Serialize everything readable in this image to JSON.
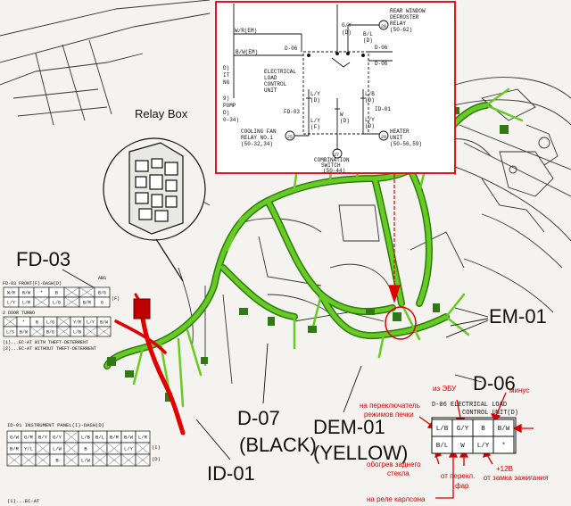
{
  "callouts": {
    "relay_box": "Relay Box",
    "fd03": "FD-03",
    "em01": "EM-01",
    "d06": "D-06",
    "d07": "D-07",
    "d07_color": "(BLACK)",
    "dem01": "DEM-01",
    "dem01_color": "(YELLOW)",
    "id01": "ID-01"
  },
  "schematic": {
    "left_labels": [
      "W/R(EM)",
      "B/W(EM)",
      "D-06",
      "D)",
      "IT",
      "NG",
      "9)",
      "PUMP",
      "D)",
      "0-34)"
    ],
    "top_wire": "G/Y",
    "top_wire_conn": "(D)",
    "relay_num": "28",
    "relay_label_1": "REAR WINDOW",
    "relay_label_2": "DEFROSTER",
    "relay_label_3": "RELAY",
    "relay_ref": "(50-62)",
    "relay_wire": "B/L",
    "relay_wire_conn": "(D)",
    "conn_left": "D-06",
    "conn_right": "D-06",
    "conn_right2": "D-06",
    "unit_1": "ELECTRICAL",
    "unit_2": "LOAD",
    "unit_3": "CONTROL",
    "unit_4": "UNIT",
    "w_ly_left": "L/Y",
    "w_ly_left_conn": "(D)",
    "w_fd03": "FD-03",
    "w_lf": "L/Y",
    "w_lf_conn": "(F)",
    "w_w": "W",
    "w_w_conn": "(D)",
    "w_lb": "L/B",
    "w_lb_conn": "(D)",
    "w_id01": "ID-01",
    "w_ly_right": "L/Y",
    "w_ly_right_conn": "(D)",
    "cooling_num": "25",
    "cooling_1": "COOLING FAN",
    "cooling_2": "RELAY NO.1",
    "cooling_3": "(50-32,34)",
    "combo_num": "27",
    "combo_1": "COMBINATION",
    "combo_2": "SWITCH",
    "combo_3": "(50-44)",
    "heater_num": "29",
    "heater_1": "HEATER",
    "heater_2": "UNIT",
    "heater_3": "(50-56,59)"
  },
  "fd03_legend": {
    "title": "FD-03 FRONT(F)-DASH(D)",
    "abs": "ABS",
    "row1": [
      "W/R",
      "B/W",
      "*",
      "B",
      "",
      "",
      "B/G"
    ],
    "row2": [
      "L/Y",
      "L/R",
      "",
      "L/G",
      "",
      "B/R",
      "G"
    ],
    "door": "2 DOOR TURBO",
    "row3": [
      "",
      "*",
      "B",
      "L/G",
      "",
      "Y/R",
      "L/Y",
      "B/W"
    ],
    "row4": [
      "L/S",
      "B/W",
      "",
      "B/G",
      "",
      "L/B",
      "",
      ""
    ],
    "f_tag": "(F)",
    "note1": "(1)...EC-AT WITH THEFT-DETERRENT",
    "note2": "(2)...EC-AT WITHOUT THEFT-DETERRENT"
  },
  "id01_legend": {
    "title": "ID-01 INSTRUMENT PANEL(I)-DASH(D)",
    "row1": [
      "G/W",
      "G/R",
      "B/Y",
      "G/Y",
      "",
      "L/B",
      "B/L",
      "B/R",
      "B/W",
      "L/R"
    ],
    "row2": [
      "B/R",
      "Y/L",
      "",
      "L/W",
      "",
      "B",
      "",
      "",
      "L/Y",
      ""
    ],
    "row3": [
      "",
      "",
      "",
      "B",
      "",
      "L/W",
      "",
      "",
      "",
      ""
    ],
    "tag1": "(I)",
    "tag2": "(D)",
    "footer": "(1)...EC-AT"
  },
  "d06_unit": {
    "header_1": "D-06 ELECTRICAL LOAD",
    "header_2": "CONTROL UNIT(D)",
    "pins_top": [
      "L/B",
      "G/Y",
      "B",
      "B/W"
    ],
    "pins_bottom": [
      "B/L",
      "W",
      "L/Y",
      "*"
    ]
  },
  "annotations": {
    "ecu": "из ЭБУ",
    "minus": "минус",
    "heater_switch_1": "на переключатель",
    "heater_switch_2": "режимов печки",
    "rear_defrost_1": "обогрев заднего",
    "rear_defrost_2": "стекла",
    "headlight_1": "от перекл.",
    "headlight_2": "фар",
    "ignition_1": "+12В",
    "ignition_2": "от замка зажигания",
    "carlson": "на реле карлсона"
  },
  "colors": {
    "harness": "#66cc22",
    "harness_dark": "#2f7a12",
    "highlight_red": "#e00000",
    "line_dark": "#1a1a1a"
  }
}
